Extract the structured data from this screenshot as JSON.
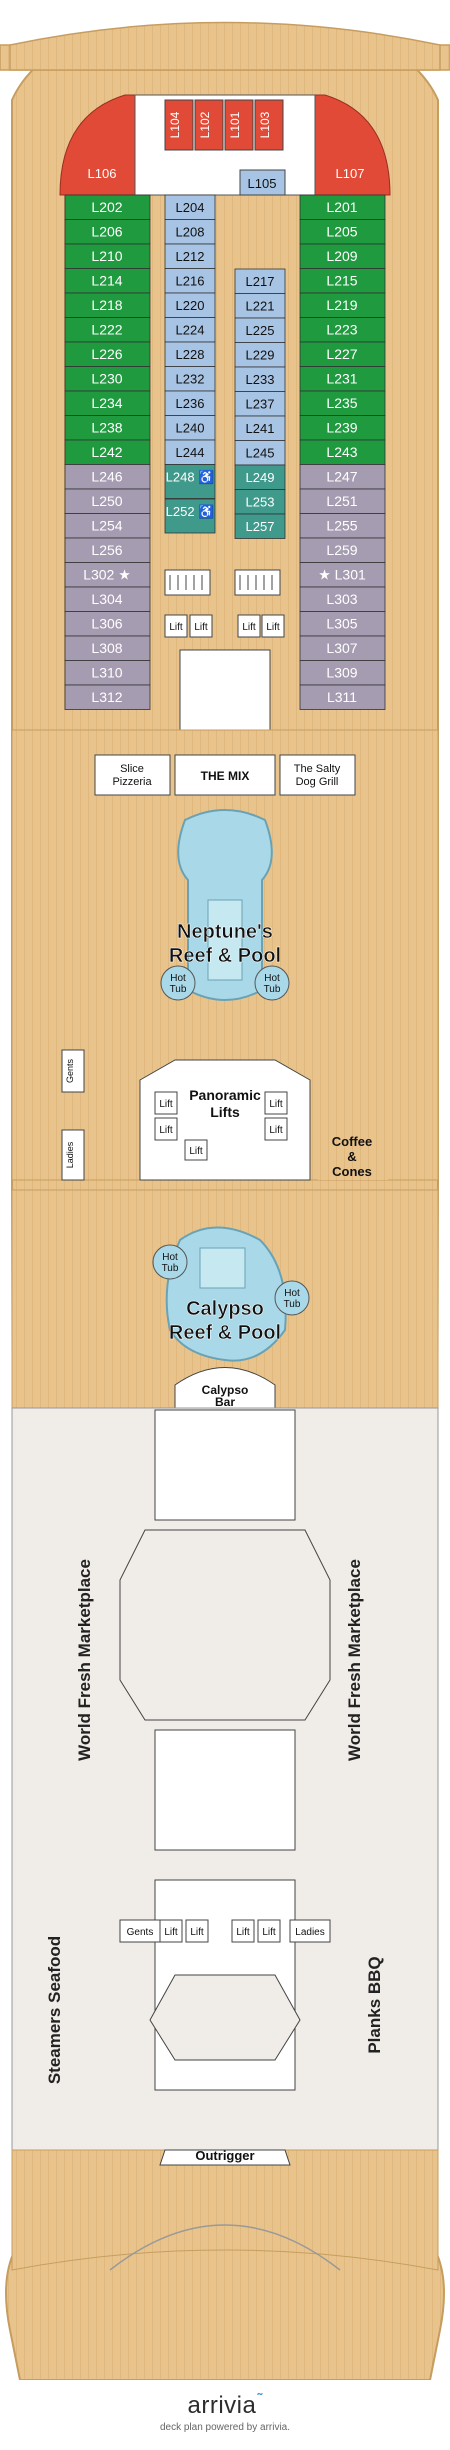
{
  "colors": {
    "deck": "#e8c48c",
    "deck_line": "#c79d5f",
    "red_cabin": "#e14a36",
    "green_cabin": "#1f9a3f",
    "blue_cabin": "#a8c4e4",
    "teal_cabin": "#3f9a8c",
    "purple_cabin": "#a69cb2",
    "indoor": "#f0ece8",
    "pool_water": "#a9d9e8",
    "brand_blue": "#2f8fcf"
  },
  "cabins": {
    "red_left": "L106",
    "red_right": "L107",
    "top_pair_left": [
      "L104",
      "L102"
    ],
    "top_pair_right": [
      "L101",
      "L103"
    ],
    "top_single": "L105",
    "outer_left": [
      "L202",
      "L206",
      "L210",
      "L214",
      "L218",
      "L222",
      "L226",
      "L230",
      "L234",
      "L238",
      "L242",
      "L246",
      "L250",
      "L254",
      "L256",
      "L302 ★",
      "L304",
      "L306",
      "L308",
      "L310",
      "L312"
    ],
    "outer_right": [
      "L201",
      "L205",
      "L209",
      "L215",
      "L219",
      "L223",
      "L227",
      "L231",
      "L235",
      "L239",
      "L243",
      "L247",
      "L251",
      "L255",
      "L259",
      "★ L301",
      "L303",
      "L305",
      "L307",
      "L309",
      "L311"
    ],
    "inner_left": [
      "L204",
      "L208",
      "L212",
      "L216",
      "L220",
      "L224",
      "L228",
      "L232",
      "L236",
      "L240",
      "L244",
      "L248 ♿",
      "L252 ♿"
    ],
    "inner_right": [
      "L217",
      "L221",
      "L225",
      "L229",
      "L233",
      "L237",
      "L241",
      "L245",
      "L249",
      "L253",
      "L257"
    ]
  },
  "venues": {
    "slice_pizzeria": [
      "Slice",
      "Pizzeria"
    ],
    "the_mix": "THE MIX",
    "salty_dog_grill": [
      "The Salty",
      "Dog Grill"
    ],
    "neptunes_pool": [
      "Neptune's",
      "Reef & Pool"
    ],
    "hot_tub": [
      "Hot",
      "Tub"
    ],
    "panoramic_lifts": [
      "Panoramic",
      "Lifts"
    ],
    "lift": "Lift",
    "gents": "Gents",
    "ladies": "Ladies",
    "coffee_cones": [
      "Coffee",
      "&",
      "Cones"
    ],
    "calypso_pool": [
      "Calypso",
      "Reef & Pool"
    ],
    "calypso_bar": [
      "Calypso",
      "Bar"
    ],
    "world_fresh_marketplace": "World Fresh Marketplace",
    "steamers_seafood": "Steamers Seafood",
    "planks_bbq": "Planks BBQ",
    "outrigger": "Outrigger"
  },
  "footer": {
    "brand": "arrivia",
    "brand_mark": "˜",
    "tagline": "deck plan powered by arrivia."
  }
}
